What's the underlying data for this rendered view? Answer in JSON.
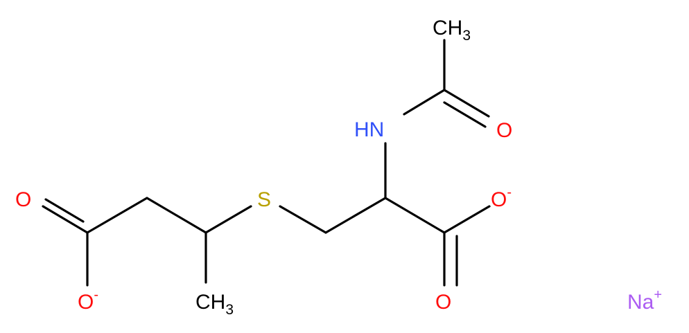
{
  "molecule": {
    "atoms": {
      "ch3_top": {
        "symbol": "CH",
        "subscript": "3"
      },
      "o_acetyl": {
        "symbol": "O"
      },
      "nh": {
        "symbol": "HN"
      },
      "o_carboxylate_right": {
        "symbol": "O",
        "charge": "-"
      },
      "o_carbonyl_right": {
        "symbol": "O"
      },
      "s": {
        "symbol": "S"
      },
      "o_carbonyl_left": {
        "symbol": "O"
      },
      "o_carboxylate_left": {
        "symbol": "O",
        "charge": "-"
      },
      "ch3_bottom": {
        "symbol": "CH",
        "subscript": "3"
      },
      "na": {
        "symbol": "Na",
        "charge": "+"
      }
    },
    "colors": {
      "bond": "#000000",
      "carbon_hydrogen": "#000000",
      "oxygen": "#ff0d0d",
      "nitrogen": "#3050f8",
      "sulfur": "#b8a000",
      "sodium": "#ab5cf2"
    }
  }
}
